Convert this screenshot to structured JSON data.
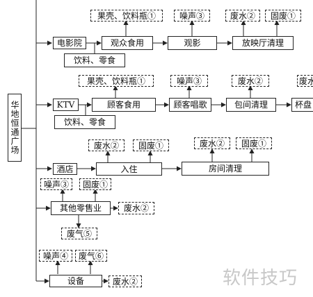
{
  "root": {
    "label": "华地恒通广场"
  },
  "cinema": {
    "main": "电影院",
    "snack": "饮料、零食",
    "step1": "观众食用",
    "step2": "观影",
    "step3": "放映厅清理",
    "out1": "果壳、饮料瓶①",
    "out2": "噪声③",
    "out3": "废水②",
    "out4": "固废①"
  },
  "ktv": {
    "main": "KTV",
    "snack": "饮料、零食",
    "step1": "顾客食用",
    "step2": "顾客唱歌",
    "step3": "包间清理",
    "step4": "杯盘",
    "out1": "果壳、饮料瓶①",
    "out2": "噪声③",
    "out3": "废水②",
    "out4": "废水"
  },
  "hotel": {
    "main": "酒店",
    "step1": "入住",
    "step2": "房间清理",
    "out1": "废水②",
    "out2": "固废①",
    "out3": "废水②",
    "out4": "固废①"
  },
  "retail": {
    "main": "其他零售业",
    "out1": "噪声③",
    "out2": "固废①",
    "out3": "废水②",
    "out4": "废气⑤"
  },
  "equipment": {
    "main": "设备",
    "out1": "噪声④",
    "out2": "废气⑥",
    "out3": "废水②"
  },
  "watermark": "软件技巧"
}
